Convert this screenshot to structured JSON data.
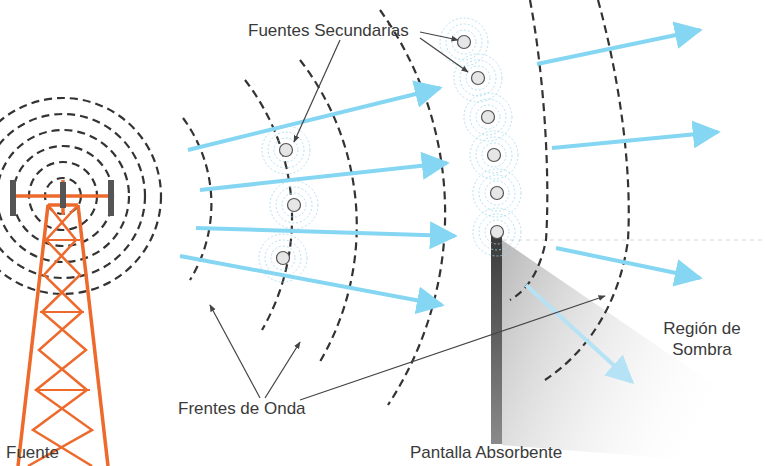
{
  "diagram": {
    "labels": [
      "Fuentes Secundarias",
      "Región de Sombra",
      "Frentes de Onda",
      "Fuente",
      "Pantalla Absorbente"
    ]
  }
}
